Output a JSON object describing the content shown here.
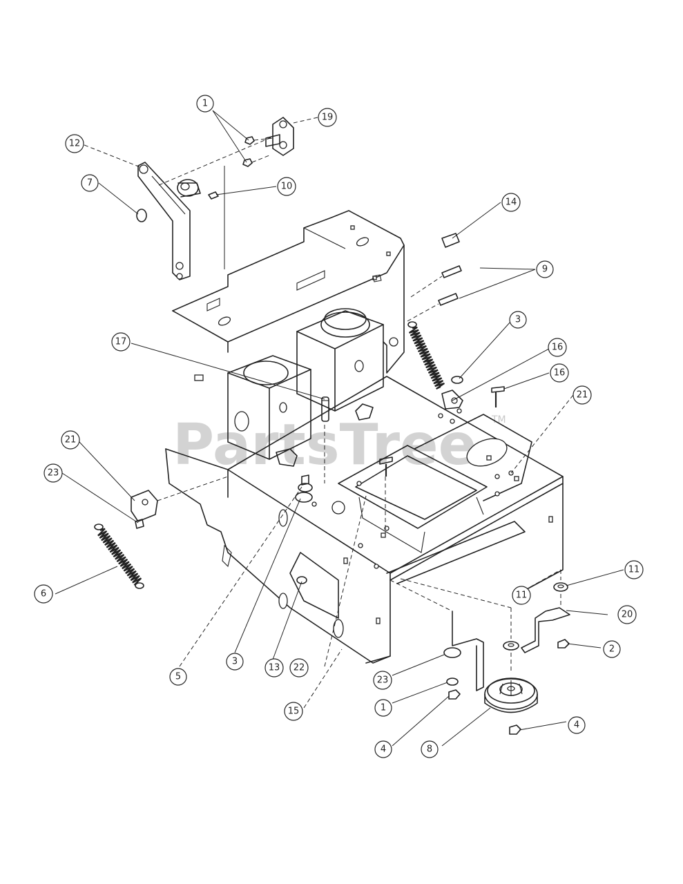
{
  "watermark": {
    "brand": "PartsTree",
    "trademark": "TM"
  },
  "callouts": [
    {
      "label": "1"
    },
    {
      "label": "19"
    },
    {
      "label": "12"
    },
    {
      "label": "7"
    },
    {
      "label": "10"
    },
    {
      "label": "14"
    },
    {
      "label": "9"
    },
    {
      "label": "3"
    },
    {
      "label": "16"
    },
    {
      "label": "16"
    },
    {
      "label": "21"
    },
    {
      "label": "17"
    },
    {
      "label": "21"
    },
    {
      "label": "23"
    },
    {
      "label": "6"
    },
    {
      "label": "5"
    },
    {
      "label": "3"
    },
    {
      "label": "13"
    },
    {
      "label": "22"
    },
    {
      "label": "15"
    },
    {
      "label": "23"
    },
    {
      "label": "1"
    },
    {
      "label": "4"
    },
    {
      "label": "8"
    },
    {
      "label": "11"
    },
    {
      "label": "4"
    },
    {
      "label": "11"
    },
    {
      "label": "20"
    },
    {
      "label": "2"
    }
  ]
}
